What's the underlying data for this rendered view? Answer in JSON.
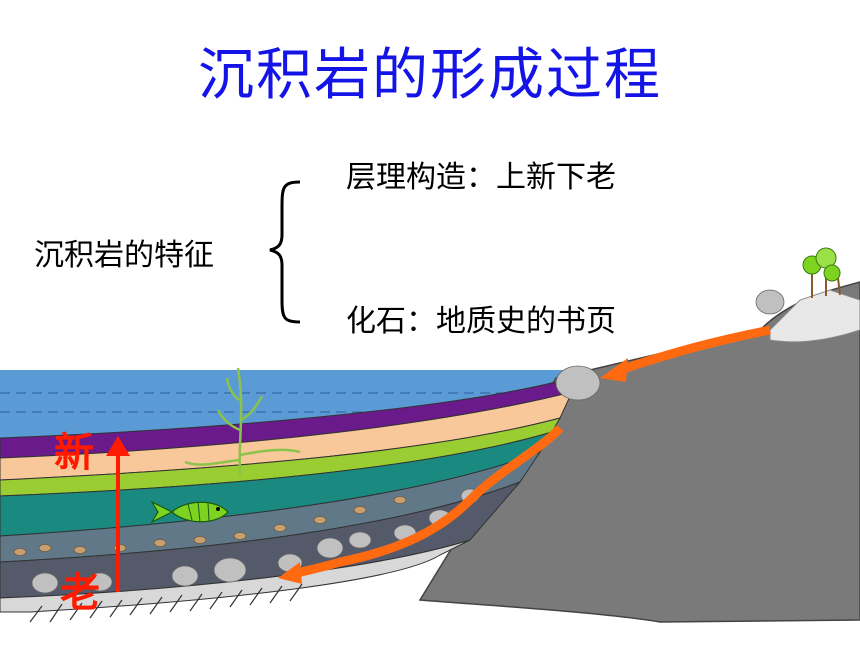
{
  "title": "沉积岩的形成过程",
  "feature_label": "沉积岩的特征",
  "features": [
    "层理构造：上新下老",
    "化石：地质史的书页"
  ],
  "age_labels": {
    "new": "新",
    "old": "老"
  },
  "colors": {
    "title": "#1414e6",
    "water": "#5b9bd5",
    "arrow": "#ff6a10",
    "age_text": "#ff1a00",
    "purple_layer": "#6a1a8a",
    "sand_layer": "#f8c89a",
    "lime_layer": "#9acd32",
    "teal_layer": "#1a8a80",
    "slate_layer": "#607888",
    "mountain": "#7a7a7a"
  },
  "icons": [
    "fish-icon",
    "seaweed-icon",
    "tree-icon",
    "rock-icon",
    "curly-brace-icon",
    "up-arrow-icon"
  ]
}
